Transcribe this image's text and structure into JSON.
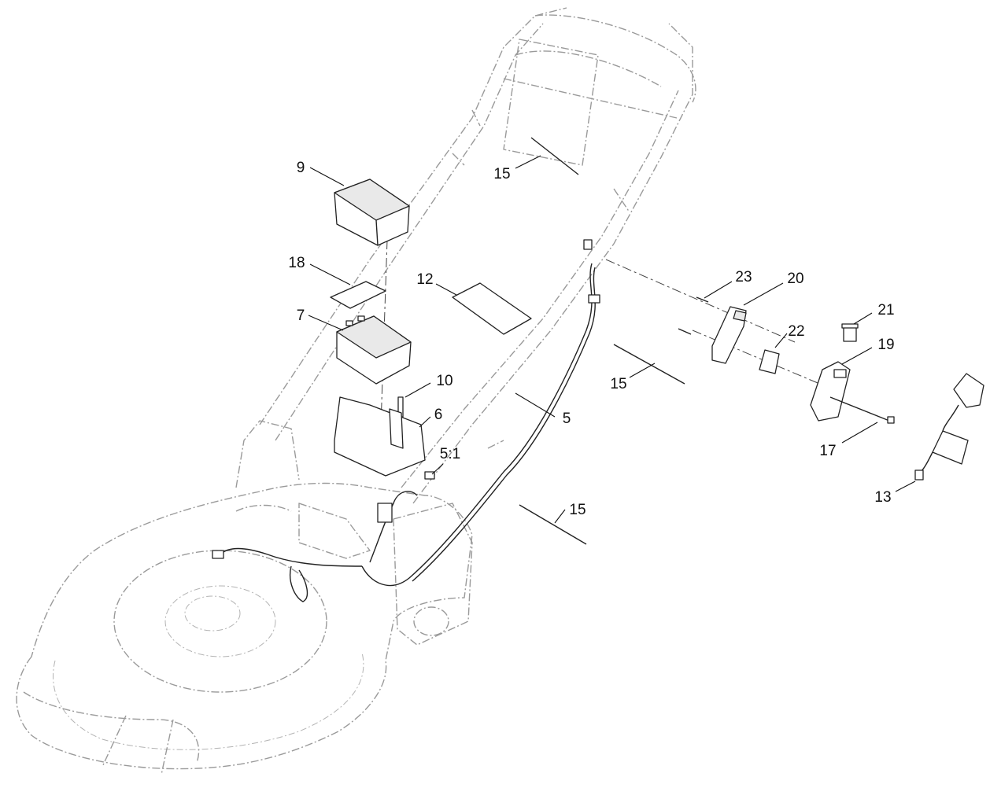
{
  "diagram": {
    "callouts": [
      {
        "id": "9",
        "text": "9"
      },
      {
        "id": "18",
        "text": "18"
      },
      {
        "id": "7",
        "text": "7"
      },
      {
        "id": "12",
        "text": "12"
      },
      {
        "id": "15a",
        "text": "15"
      },
      {
        "id": "15b",
        "text": "15"
      },
      {
        "id": "15c",
        "text": "15"
      },
      {
        "id": "10",
        "text": "10"
      },
      {
        "id": "6",
        "text": "6"
      },
      {
        "id": "5-1",
        "text": "5:1"
      },
      {
        "id": "5",
        "text": "5"
      },
      {
        "id": "23",
        "text": "23"
      },
      {
        "id": "20",
        "text": "20"
      },
      {
        "id": "21",
        "text": "21"
      },
      {
        "id": "22",
        "text": "22"
      },
      {
        "id": "19",
        "text": "19"
      },
      {
        "id": "17",
        "text": "17"
      },
      {
        "id": "13",
        "text": "13"
      }
    ]
  }
}
